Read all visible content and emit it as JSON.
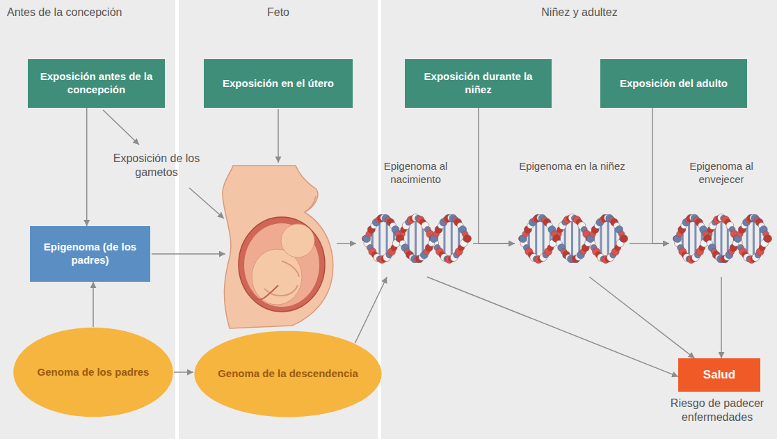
{
  "diagram": {
    "nodes": [
      {
        "text": [
          "Exposición antes de la concepción"
        ]
      },
      {
        "text": [
          "Exposición en el útero"
        ]
      },
      {
        "text": [
          "Exposición durante la niñez"
        ]
      },
      {
        "text": [
          "Exposición del adulto"
        ]
      },
      {
        "text": [
          "Epigenoma (de los padres)"
        ]
      },
      {
        "text": [
          "Epigenoma al nacimiento"
        ]
      },
      {
        "text": [
          "Epigenoma en la niñez"
        ]
      },
      {
        "text": [
          "Epigenoma al envejecer"
        ]
      },
      {
        "text": [
          "Genoma de los padres"
        ]
      },
      {
        "text": [
          "Genoma de la descendencia"
        ]
      },
      {
        "text": [
          "Salud"
        ]
      }
    ],
    "edges": [
      {
        "from": 0,
        "to": 4,
        "arrow": "to"
      },
      {
        "from": 8,
        "to": 4,
        "arrow": "to"
      },
      {
        "from": 8,
        "to": 9,
        "arrow": "to"
      },
      {
        "from": 9,
        "to": 5,
        "arrow": "to"
      },
      {
        "from": 5,
        "to": 6,
        "arrow": "to"
      },
      {
        "from": 2,
        "to": 6,
        "arrow": "to"
      },
      {
        "from": 6,
        "to": 7,
        "arrow": "to"
      },
      {
        "from": 3,
        "to": 7,
        "arrow": "to"
      },
      {
        "from": 5,
        "to": 10,
        "arrow": "to"
      },
      {
        "from": 6,
        "to": 10,
        "arrow": "to"
      },
      {
        "from": 7,
        "to": 10,
        "arrow": "to"
      }
    ],
    "labels": [
      "Antes de la concepción",
      "Feto",
      "Niñez y adultez",
      "Exposición de los gametos",
      "Riesgo de padecer enfermedades"
    ]
  }
}
